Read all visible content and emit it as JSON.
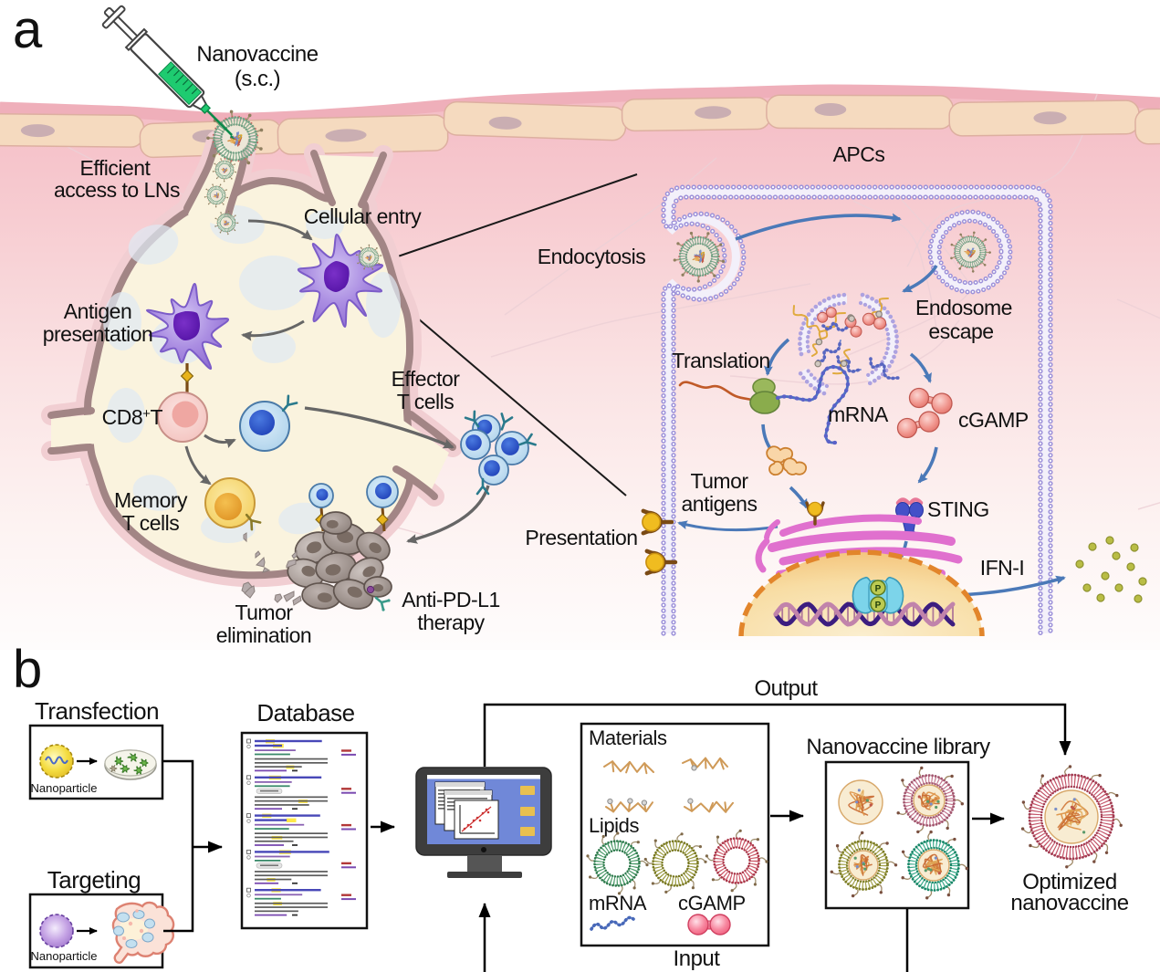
{
  "figure": {
    "panel_a_letter": "a",
    "panel_b_letter": "b"
  },
  "panel_a": {
    "syringe_label": {
      "line1": "Nanovaccine",
      "line2": "(s.c.)"
    },
    "efficient_access": {
      "line1": "Efficient",
      "line2": "access to LNs"
    },
    "cellular_entry": "Cellular entry",
    "antigen_presentation": {
      "line1": "Antigen",
      "line2": "presentation"
    },
    "cd8_t": {
      "base": "CD8",
      "sup": "+",
      "suffix": "T"
    },
    "memory_t_cells": {
      "line1": "Memory",
      "line2": "T cells"
    },
    "effector_t_cells": {
      "line1": "Effector",
      "line2": "T cells"
    },
    "tumor_elimination": {
      "line1": "Tumor",
      "line2": "elimination"
    },
    "anti_pd_l1_therapy": {
      "line1": "Anti-PD-L1",
      "line2": "therapy"
    },
    "apcs": "APCs",
    "endocytosis": "Endocytosis",
    "endosome_escape": {
      "line1": "Endosome",
      "line2": "escape"
    },
    "translation": "Translation",
    "mrna": "mRNA",
    "cgamp": "cGAMP",
    "tumor_antigens": {
      "line1": "Tumor",
      "line2": "antigens"
    },
    "sting": "STING",
    "presentation": "Presentation",
    "ifn_i": "IFN-I",
    "phospho": "P"
  },
  "panel_b": {
    "transfection": "Transfection",
    "targeting": "Targeting",
    "nanoparticle_transfection": "Nanoparticle",
    "nanoparticle_targeting": "Nanoparticle",
    "database": "Database",
    "output": "Output",
    "input": "Input",
    "materials": "Materials",
    "lipids": "Lipids",
    "mrna": "mRNA",
    "cgamp": "cGAMP",
    "nanovaccine_library": "Nanovaccine library",
    "optimized_nanovaccine": {
      "line1": "Optimized",
      "line2": "nanovaccine"
    }
  },
  "colors": {
    "skin_pink": "#f5bfc7",
    "skin_band": "#efafba",
    "epithelium_cell": "#f6dcc2",
    "node_wall": "#a28585",
    "node_interior": "#faf3de",
    "node_lobe": "#d9e5ef",
    "dendritic_purple": "#9b7bd8",
    "membrane_lavender": "#9d92da",
    "arrow_gray": "#666666",
    "arrow_blue": "#4b79b8",
    "golgi_pink": "#e070ce",
    "nucleus_gold": "#f6c87d",
    "nucleus_border": "#e2852b",
    "syringe_green": "#1ecb70",
    "ifn_green": "#b9bd45",
    "cgamp_pink": "#ee8a84",
    "screen_blue": "#7088d8",
    "folder_yellow": "#e8c050"
  }
}
